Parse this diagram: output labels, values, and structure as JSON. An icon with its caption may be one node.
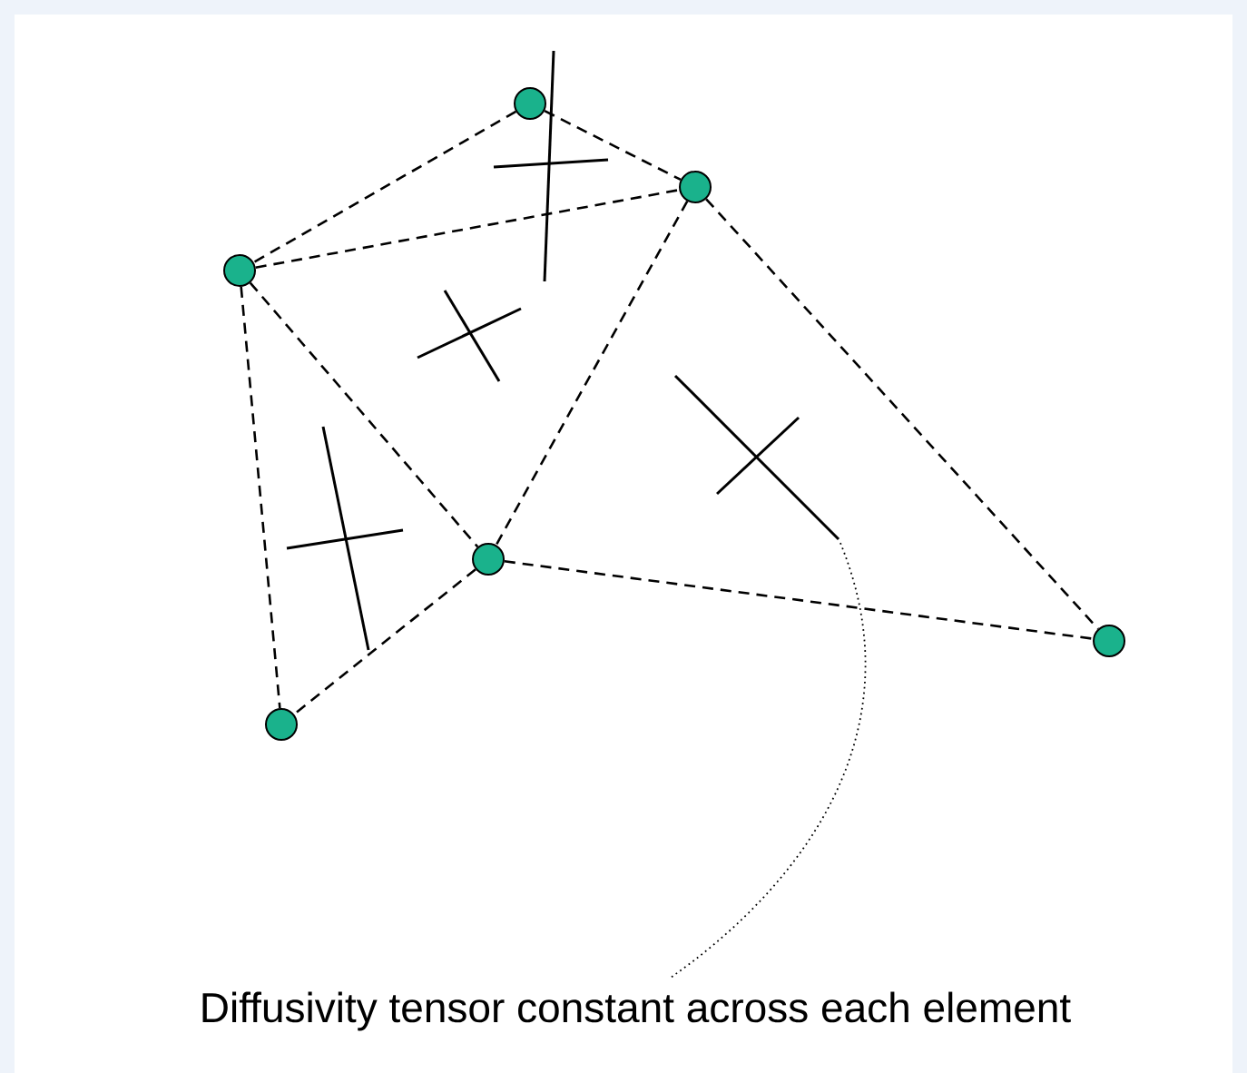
{
  "diagram": {
    "nodes": [
      {
        "text": [],
        "shape": "circle"
      },
      {
        "text": [],
        "shape": "circle"
      },
      {
        "text": [],
        "shape": "circle"
      },
      {
        "text": [],
        "shape": "circle"
      },
      {
        "text": [],
        "shape": "circle"
      },
      {
        "text": [],
        "shape": "circle"
      },
      {
        "text": [],
        "shape": "cross"
      },
      {
        "text": [
          "Diffusivity tensor constant across each element"
        ]
      }
    ],
    "edges": [
      {
        "from": 0,
        "to": 1,
        "arrow": "none",
        "style": "dashed"
      },
      {
        "from": 0,
        "to": 2,
        "arrow": "none",
        "style": "dashed"
      },
      {
        "from": 2,
        "to": 1,
        "arrow": "none",
        "style": "dashed"
      },
      {
        "from": 2,
        "to": 3,
        "arrow": "none",
        "style": "dashed"
      },
      {
        "from": 1,
        "to": 3,
        "arrow": "none",
        "style": "dashed"
      },
      {
        "from": 1,
        "to": 4,
        "arrow": "none",
        "style": "dashed"
      },
      {
        "from": 3,
        "to": 4,
        "arrow": "none",
        "style": "dashed"
      },
      {
        "from": 2,
        "to": 5,
        "arrow": "none",
        "style": "dashed"
      },
      {
        "from": 3,
        "to": 5,
        "arrow": "none",
        "style": "dashed"
      },
      {
        "from": 7,
        "to": 6,
        "arrow": "none"
      }
    ]
  }
}
